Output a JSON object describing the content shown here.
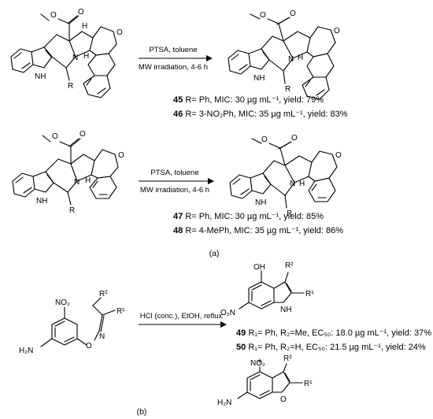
{
  "reaction1": {
    "condition_top": "PTSA, toluene",
    "condition_bottom": "MW irradiation, 4-6 h",
    "results": [
      {
        "compound": "45",
        "text": "R= Ph, MIC:  30 µg mL⁻¹, yield: 79%"
      },
      {
        "compound": "46",
        "text": "R= 3-NO₂Ph, MIC:  35 µg mL⁻¹, yield: 83%"
      }
    ]
  },
  "reaction2": {
    "condition_top": "PTSA, toluene",
    "condition_bottom": "MW irradiation, 4-6 h",
    "results": [
      {
        "compound": "47",
        "text": "R= Ph, MIC:  30 µg mL⁻¹, yield: 85%"
      },
      {
        "compound": "48",
        "text": "R= 4-MePh, MIC:  35 µg mL⁻¹, yield: 86%"
      }
    ]
  },
  "panel_a_label": "(a)",
  "reaction3": {
    "condition": "HCl (conc.), EtOH, reflux",
    "results": [
      {
        "compound": "49",
        "text": "R₁= Ph, R₂=Me, EC₅₀:  18.0 µg mL⁻¹, yield: 37%"
      },
      {
        "compound": "50",
        "text": "R₁= Ph, R₂=H, EC₅₀:  21.5 µg mL⁻¹, yield: 24%"
      }
    ],
    "plus": "+"
  },
  "panel_b_label": "(b)",
  "atoms": {
    "nh": "NH",
    "h": "H",
    "n": "N",
    "o": "O",
    "r": "R",
    "oh": "OH",
    "no2": "NO₂",
    "o2n": "O₂N",
    "h2n": "H₂N",
    "r1": "R¹",
    "r2": "R²"
  }
}
